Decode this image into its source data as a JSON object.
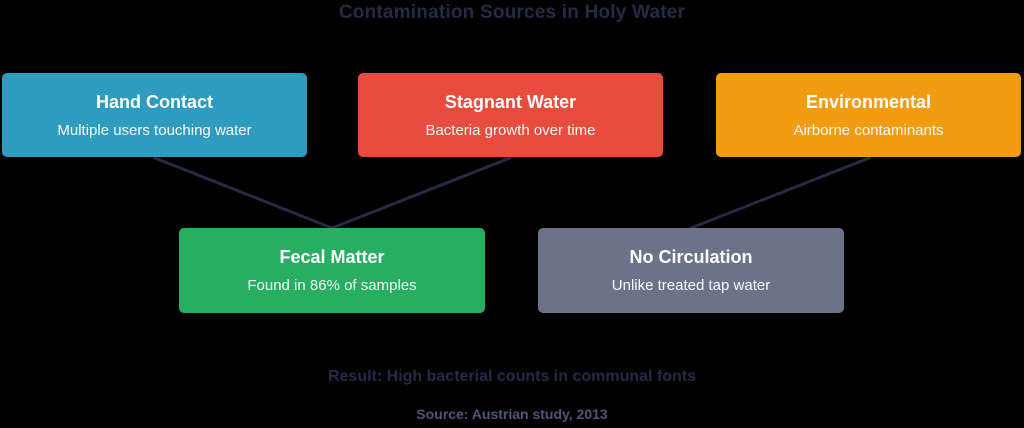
{
  "title": "Contamination Sources in Holy Water",
  "colors": {
    "background": "#000000",
    "title_text": "#232B45",
    "connector_line": "#232B45",
    "result_text": "#232B45",
    "source_text": "#4D5878",
    "node_text": "#FFFFFF"
  },
  "nodes": [
    {
      "id": "hand-contact",
      "label": "Hand Contact",
      "sublabel": "Multiple users touching water",
      "color": "#2D9CBE"
    },
    {
      "id": "stagnant-water",
      "label": "Stagnant Water",
      "sublabel": "Bacteria growth over time",
      "color": "#E74C3C"
    },
    {
      "id": "environmental",
      "label": "Environmental",
      "sublabel": "Airborne contaminants",
      "color": "#F39C12"
    },
    {
      "id": "fecal-matter",
      "label": "Fecal Matter",
      "sublabel": "Found in 86% of samples",
      "color": "#27AE60"
    },
    {
      "id": "no-circulation",
      "label": "No Circulation",
      "sublabel": "Unlike treated tap water",
      "color": "#6C7289"
    }
  ],
  "connections": [
    {
      "from": "hand-contact",
      "to": "fecal-matter"
    },
    {
      "from": "stagnant-water",
      "to": "fecal-matter"
    },
    {
      "from": "environmental",
      "to": "no-circulation"
    }
  ],
  "result": "Result: High bacterial counts in communal fonts",
  "source": "Source: Austrian study, 2013"
}
